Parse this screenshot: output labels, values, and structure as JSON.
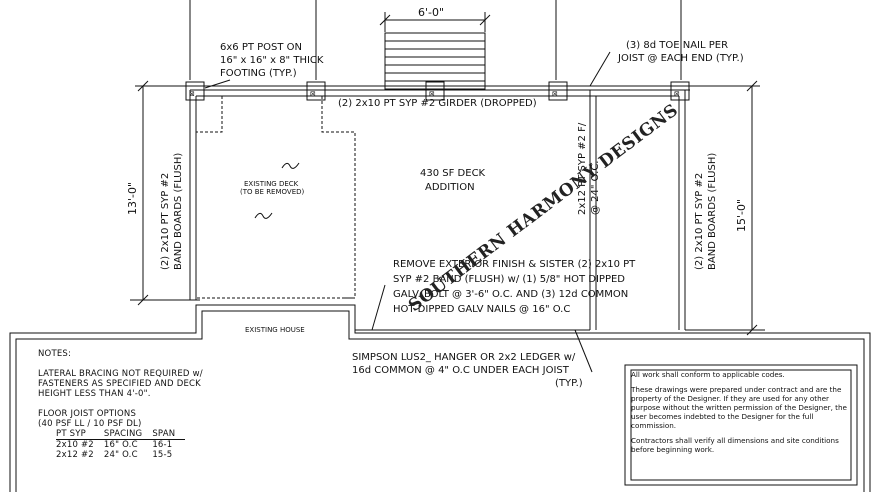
{
  "dims": {
    "top_width": "6'-0\"",
    "left_depth": "13'-0\"",
    "right_depth": "15'-0\""
  },
  "labels": {
    "post": [
      "6x6 PT POST ON",
      "16\" x 16\" x 8\" THICK",
      "FOOTING (TYP.)"
    ],
    "toenail": [
      "(3) 8d TOE NAIL PER",
      "JOIST @ EACH END (TYP.)"
    ],
    "girder": "(2) 2x10 PT SYP #2 GIRDER (DROPPED)",
    "left_band": [
      "(2) 2x10 PT SYP #2",
      "BAND BOARDS (FLUSH)"
    ],
    "right_band": [
      "(2) 2x10 PT SYP #2",
      "BAND BOARDS (FLUSH)"
    ],
    "existing_deck": [
      "EXISTING DECK",
      "(TO BE REMOVED)"
    ],
    "deck_addition": [
      "430 SF DECK",
      "ADDITION"
    ],
    "joists": [
      "2x12 PT SYP #2 F/",
      "@ 24\" O.C."
    ],
    "remove": [
      "REMOVE EXTERIOR FINISH & SISTER (2) 2x10 PT",
      "SYP #2 BAND (FLUSH) w/ (1) 5/8\" HOT DIPPED",
      "GALV. BOLT @ 3'-6\" O.C. AND (3) 12d COMMON",
      "HOT DIPPED GALV NAILS @ 16\" O.C"
    ],
    "existing_house": "EXISTING HOUSE",
    "simpson": [
      "SIMPSON LUS2_ HANGER OR 2x2 LEDGER w/",
      "16d COMMON @ 4\" O.C UNDER EACH JOIST",
      "(TYP.)"
    ]
  },
  "watermark": "SOUTHERN HARMONY DESIGNS",
  "general_notes": {
    "heading": "NOTES:",
    "bracing": [
      "LATERAL BRACING NOT REQUIRED w/",
      "FASTENERS AS SPECIFIED AND DECK",
      "HEIGHT LESS THAN 4'-0\"."
    ],
    "options_title": [
      "FLOOR JOIST OPTIONS",
      "(40 PSF LL / 10 PSF DL)"
    ],
    "table_headers": [
      "PT SYP",
      "SPACING",
      "SPAN"
    ],
    "table_rows": [
      [
        "2x10 #2",
        "16\" O.C",
        "16-1"
      ],
      [
        "2x12 #2",
        "24\" O.C",
        "15-5"
      ]
    ]
  },
  "disclaimer": [
    "All work shall conform to applicable codes.",
    "These drawings were prepared under contract and are the property of the Designer. If they are used for any other purpose without the written permission of the Designer, the user becomes indebted to the Designer for the full commission.",
    "Contractors shall verify all dimensions and site conditions before beginning work."
  ]
}
